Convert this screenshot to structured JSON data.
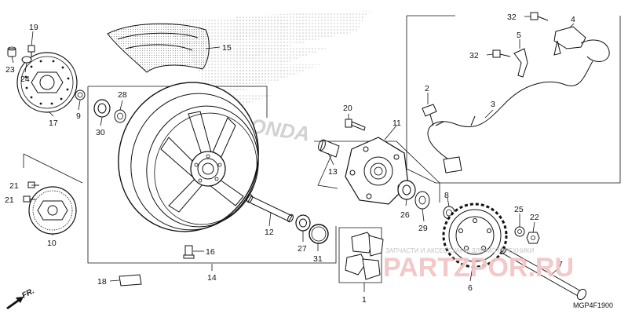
{
  "diagram": {
    "code": "MGP4F1900",
    "direction_label": "FR.",
    "watermark": {
      "brand_text": "HONDA",
      "site_text": "PARTZPOR.RU",
      "caption": "ЗАПЧАСТИ И АКСЕССУАРЫ ДЛЯ МОТОТЕХНИКИ"
    },
    "callouts": {
      "p1": "1",
      "p2": "2",
      "p3": "3",
      "p4": "4",
      "p5": "5",
      "p6": "6",
      "p7": "7",
      "p8": "8",
      "p9": "9",
      "p10": "10",
      "p11": "11",
      "p12": "12",
      "p13": "13",
      "p14": "14",
      "p15": "15",
      "p16": "16",
      "p17": "17",
      "p18": "18",
      "p19": "19",
      "p20": "20",
      "p21a": "21",
      "p21b": "21",
      "p22": "22",
      "p23": "23",
      "p24": "24",
      "p25": "25",
      "p26": "26",
      "p27": "27",
      "p28": "28",
      "p29": "29",
      "p30": "30",
      "p31": "31",
      "p32a": "32",
      "p32b": "32"
    }
  }
}
